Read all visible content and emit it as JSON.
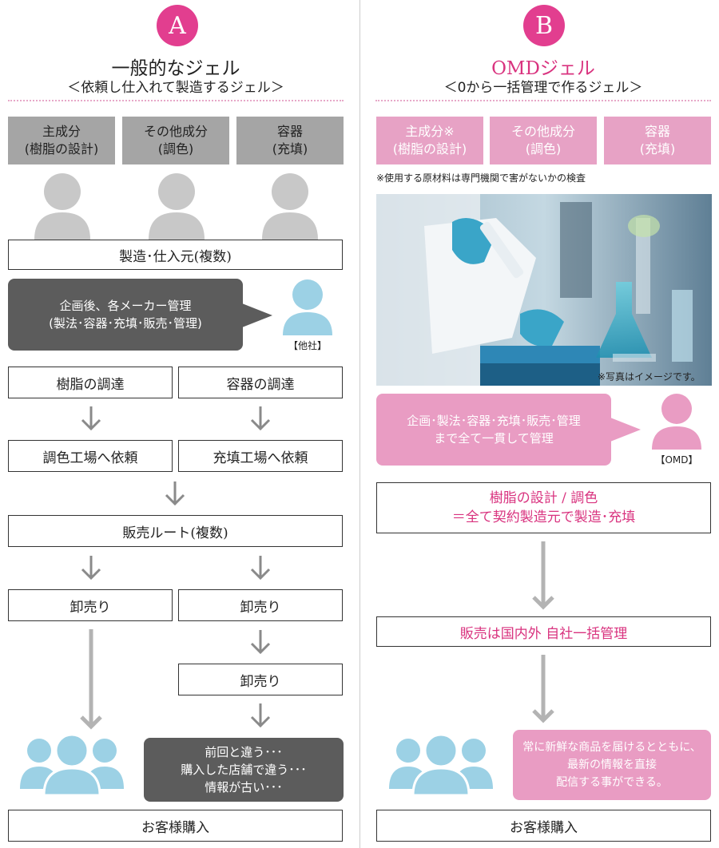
{
  "colA": {
    "badge": "A",
    "title": "一般的なジェル",
    "subtitle": "＜依頼し仕入れて製造するジェル＞",
    "categories": [
      {
        "line1": "主成分",
        "line2": "(樹脂の設計)"
      },
      {
        "line1": "その他成分",
        "line2": "(調色)"
      },
      {
        "line1": "容器",
        "line2": "(充填)"
      }
    ],
    "maker_box": "製造･仕入元(複数)",
    "bubble": {
      "line1": "企画後、各メーカー管理",
      "line2": "(製法･容器･充填･販売･管理)"
    },
    "person_label": "【他社】",
    "resin_procurement": "樹脂の調達",
    "container_procurement": "容器の調達",
    "toning_request": "調色工場へ依頼",
    "filling_request": "充填工場へ依頼",
    "sales_route": "販売ルート(複数)",
    "wholesale_left": "卸売り",
    "wholesale_right": "卸売り",
    "wholesale_second": "卸売り",
    "complaint": {
      "line1": "前回と違う･･･",
      "line2": "購入した店舗で違う･･･",
      "line3": "情報が古い･･･"
    },
    "purchase": "お客様購入"
  },
  "colB": {
    "badge": "B",
    "title": "OMDジェル",
    "subtitle": "＜0から一括管理で作るジェル＞",
    "categories": [
      {
        "line1": "主成分※",
        "line2": "(樹脂の設計)"
      },
      {
        "line1": "その他成分",
        "line2": "(調色)"
      },
      {
        "line1": "容器",
        "line2": "(充填)"
      }
    ],
    "note": "※使用する原材料は専門機関で害がないかの検査",
    "photo_caption": "※写真はイメージです。",
    "bubble": {
      "line1": "企画･製法･容器･充填･販売･管理",
      "line2": "まで全て一貫して管理"
    },
    "person_label": "【OMD】",
    "design_box": {
      "line1": "樹脂の設計 / 調色",
      "line2": "＝全て契約製造元で製造･充填"
    },
    "sales_box": "販売は国内外 自社一括管理",
    "benefit": {
      "line1": "常に新鮮な商品を届けるとともに、",
      "line2": "最新の情報を直接",
      "line3": "配信する事ができる。"
    },
    "purchase": "お客様購入"
  },
  "colors": {
    "accent_pink": "#e23e8f",
    "pink_box": "#e7a2c5",
    "gray_box": "#a5a5a5",
    "dark_bubble": "#5c5c5c",
    "person_gray": "#c8c8c8",
    "person_blue": "#9cd1e5",
    "person_pink": "#e99cc3"
  }
}
